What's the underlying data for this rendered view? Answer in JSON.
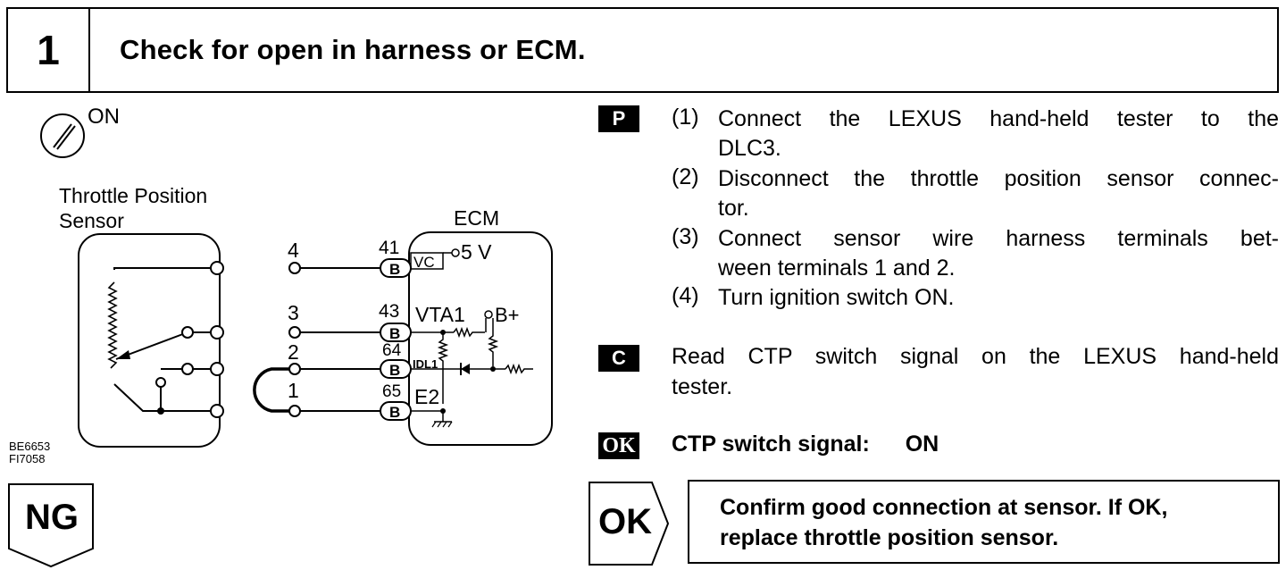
{
  "header": {
    "step_number": "1",
    "title": "Check for open in harness or ECM."
  },
  "diagram": {
    "ignition": "ON",
    "sensor_label_line1": "Throttle Position",
    "sensor_label_line2": "Sensor",
    "ecm_label": "ECM",
    "sensor_pins": [
      "4",
      "3",
      "2",
      "1"
    ],
    "ecm_pins": [
      "41",
      "43",
      "64",
      "65"
    ],
    "connector_letter": "B",
    "vc": "VC",
    "five_v": "5 V",
    "vta1": "VTA1",
    "b_plus": "B+",
    "idl1": "IDL1",
    "e2": "E2",
    "code1": "BE6653",
    "code2": "FI7058"
  },
  "instructions": {
    "p_badge": "P",
    "steps": [
      {
        "num": "(1)",
        "line1": "Connect the LEXUS hand-held tester to the",
        "line2": "DLC3."
      },
      {
        "num": "(2)",
        "line1": "Disconnect the throttle position sensor connec-",
        "line2": "tor."
      },
      {
        "num": "(3)",
        "line1": "Connect sensor wire harness terminals bet-",
        "line2": "ween terminals 1 and 2."
      },
      {
        "num": "(4)",
        "line1": "Turn ignition switch ON.",
        "line2": ""
      }
    ],
    "c_badge": "C",
    "check_line1": "Read CTP switch signal on the LEXUS hand-held",
    "check_line2": "tester.",
    "ok_badge": "OK",
    "ok_result_label": "CTP switch signal:",
    "ok_result_value": "ON"
  },
  "results": {
    "ng_label": "NG",
    "ok_label": "OK",
    "final_line1": "Confirm good connection at sensor. If OK,",
    "final_line2": "replace throttle position sensor."
  }
}
